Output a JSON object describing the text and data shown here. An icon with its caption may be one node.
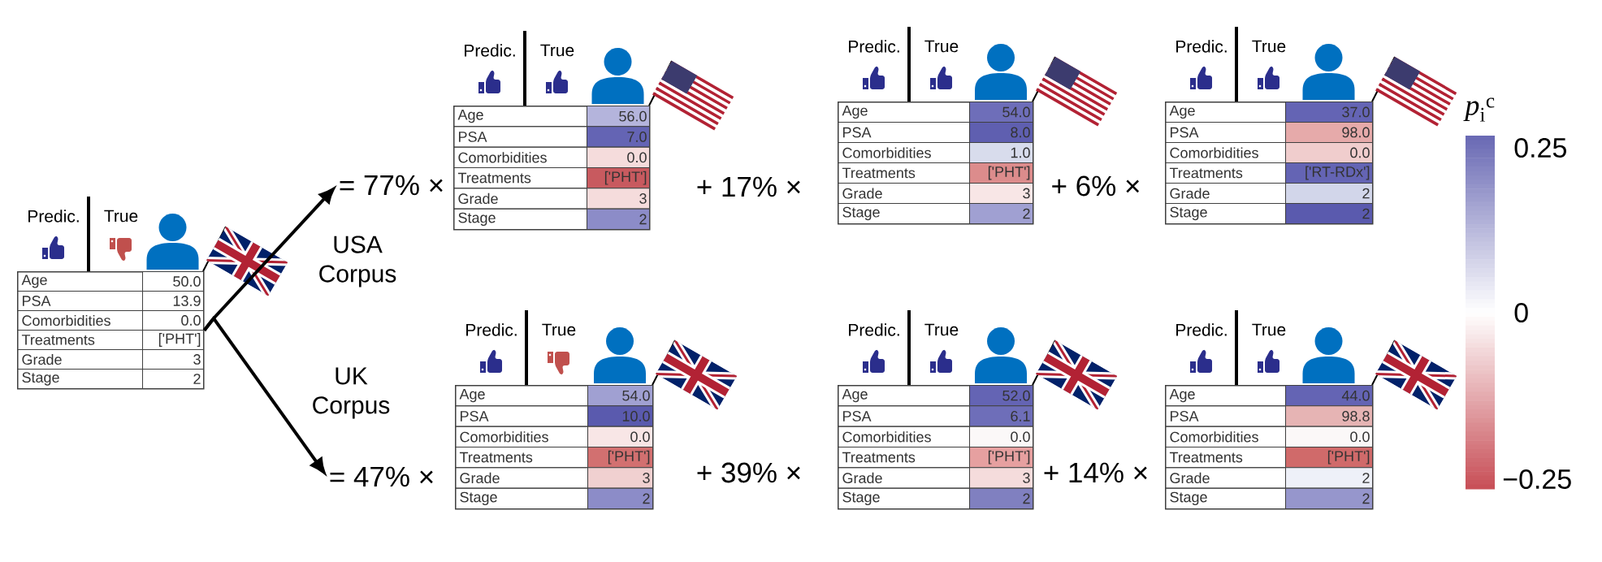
{
  "diagram": {
    "nodes": [
      {
        "text": [
          "Predic.",
          "True",
          "Age",
          "50.0",
          "PSA",
          "13.9",
          "Comorbidities",
          "0.0",
          "Treatments",
          "['PHT']",
          "Grade",
          "3",
          "Stage",
          "2"
        ]
      },
      {
        "text": [
          "= 77% ×"
        ]
      },
      {
        "text": [
          "Predic.",
          "True",
          "Age",
          "56.0",
          "PSA",
          "7.0",
          "Comorbidities",
          "0.0",
          "Treatments",
          "['PHT']",
          "Grade",
          "3",
          "Stage",
          "2"
        ]
      },
      {
        "text": [
          "Predic.",
          "True",
          "Age",
          "54.0",
          "PSA",
          "8.0",
          "Comorbidities",
          "1.0",
          "Treatments",
          "['PHT']",
          "Grade",
          "3",
          "Stage",
          "2"
        ]
      },
      {
        "text": [
          "Predic.",
          "True",
          "Age",
          "37.0",
          "PSA",
          "98.0",
          "Comorbidities",
          "0.0",
          "Treatments",
          "['RT-RDx']",
          "Grade",
          "2",
          "Stage",
          "2"
        ]
      },
      {
        "text": [
          "= 47% ×"
        ]
      },
      {
        "text": [
          "Predic.",
          "True",
          "Age",
          "54.0",
          "PSA",
          "10.0",
          "Comorbidities",
          "0.0",
          "Treatments",
          "['PHT']",
          "Grade",
          "3",
          "Stage",
          "2"
        ]
      },
      {
        "text": [
          "Predic.",
          "True",
          "Age",
          "52.0",
          "PSA",
          "6.1",
          "Comorbidities",
          "0.0",
          "Treatments",
          "['PHT']",
          "Grade",
          "3",
          "Stage",
          "2"
        ]
      },
      {
        "text": [
          "Predic.",
          "True",
          "Age",
          "44.0",
          "PSA",
          "98.8",
          "Comorbidities",
          "0.0",
          "Treatments",
          "['PHT']",
          "Grade",
          "2",
          "Stage",
          "2"
        ]
      }
    ],
    "edges": [
      {
        "from": 0,
        "to": 1,
        "arrow": "to",
        "label": "USA Corpus"
      },
      {
        "from": 0,
        "to": 5,
        "arrow": "to",
        "label": "UK Corpus"
      }
    ],
    "labels": [
      "+ 17% ×",
      "+ 6% ×",
      "+ 39% ×",
      "+ 14% ×",
      "*p*$_{i}$$^{c}$",
      "0.25",
      "0",
      "−0.25"
    ]
  }
}
